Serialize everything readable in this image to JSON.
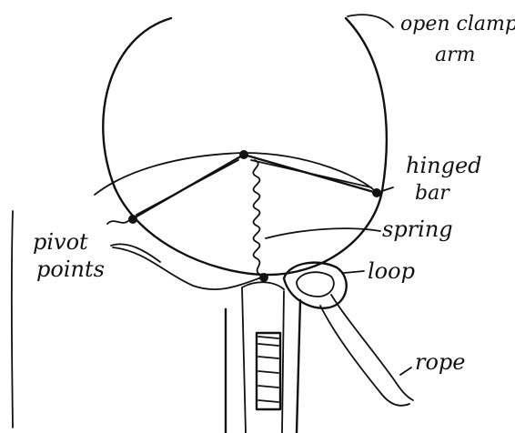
{
  "labels": {
    "open_clamp_arm_line1": "open clamp",
    "open_clamp_arm_line2": "arm",
    "hinged_bar_line1": "hinged",
    "hinged_bar_line2": "bar",
    "spring": "spring",
    "pivot_points_line1": "pivot",
    "pivot_points_line2": "points",
    "loop": "loop",
    "rope": "rope"
  },
  "colors": {
    "ink": "#111111",
    "paper": "#ffffff"
  }
}
